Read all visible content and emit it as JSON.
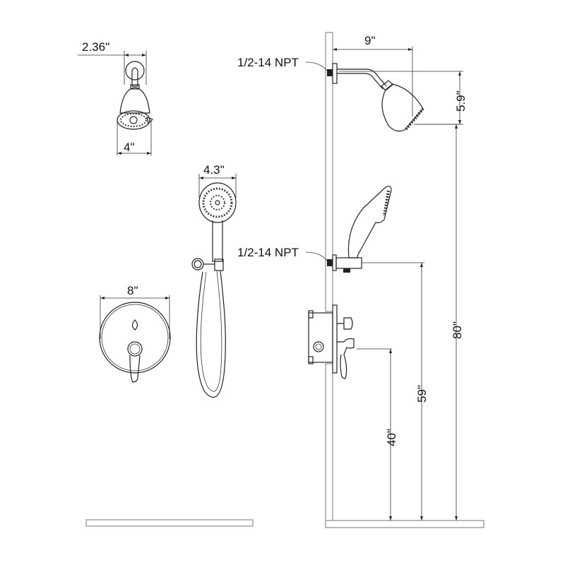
{
  "diagram": {
    "title": "Shower system dimension drawing",
    "labels": {
      "shower_arm_flange_width": "2.36\"",
      "shower_head_width": "4\"",
      "hand_shower_width": "4.3\"",
      "valve_trim_width": "8\"",
      "shower_arm_reach": "9\"",
      "shower_head_drop": "5.9\"",
      "npt_top": "1/2-14 NPT",
      "npt_mid": "1/2-14 NPT",
      "height_total": "80\"",
      "height_hand_shower_outlet": "59\"",
      "height_valve": "40\""
    },
    "components": [
      "fixed shower head with arm",
      "hand shower with hose and wall bracket",
      "round valve trim plate with lever",
      "in-wall valve body",
      "wall section",
      "floor section"
    ],
    "colors": {
      "line": "#222222",
      "hatch": "#999999",
      "background": "#ffffff"
    }
  }
}
